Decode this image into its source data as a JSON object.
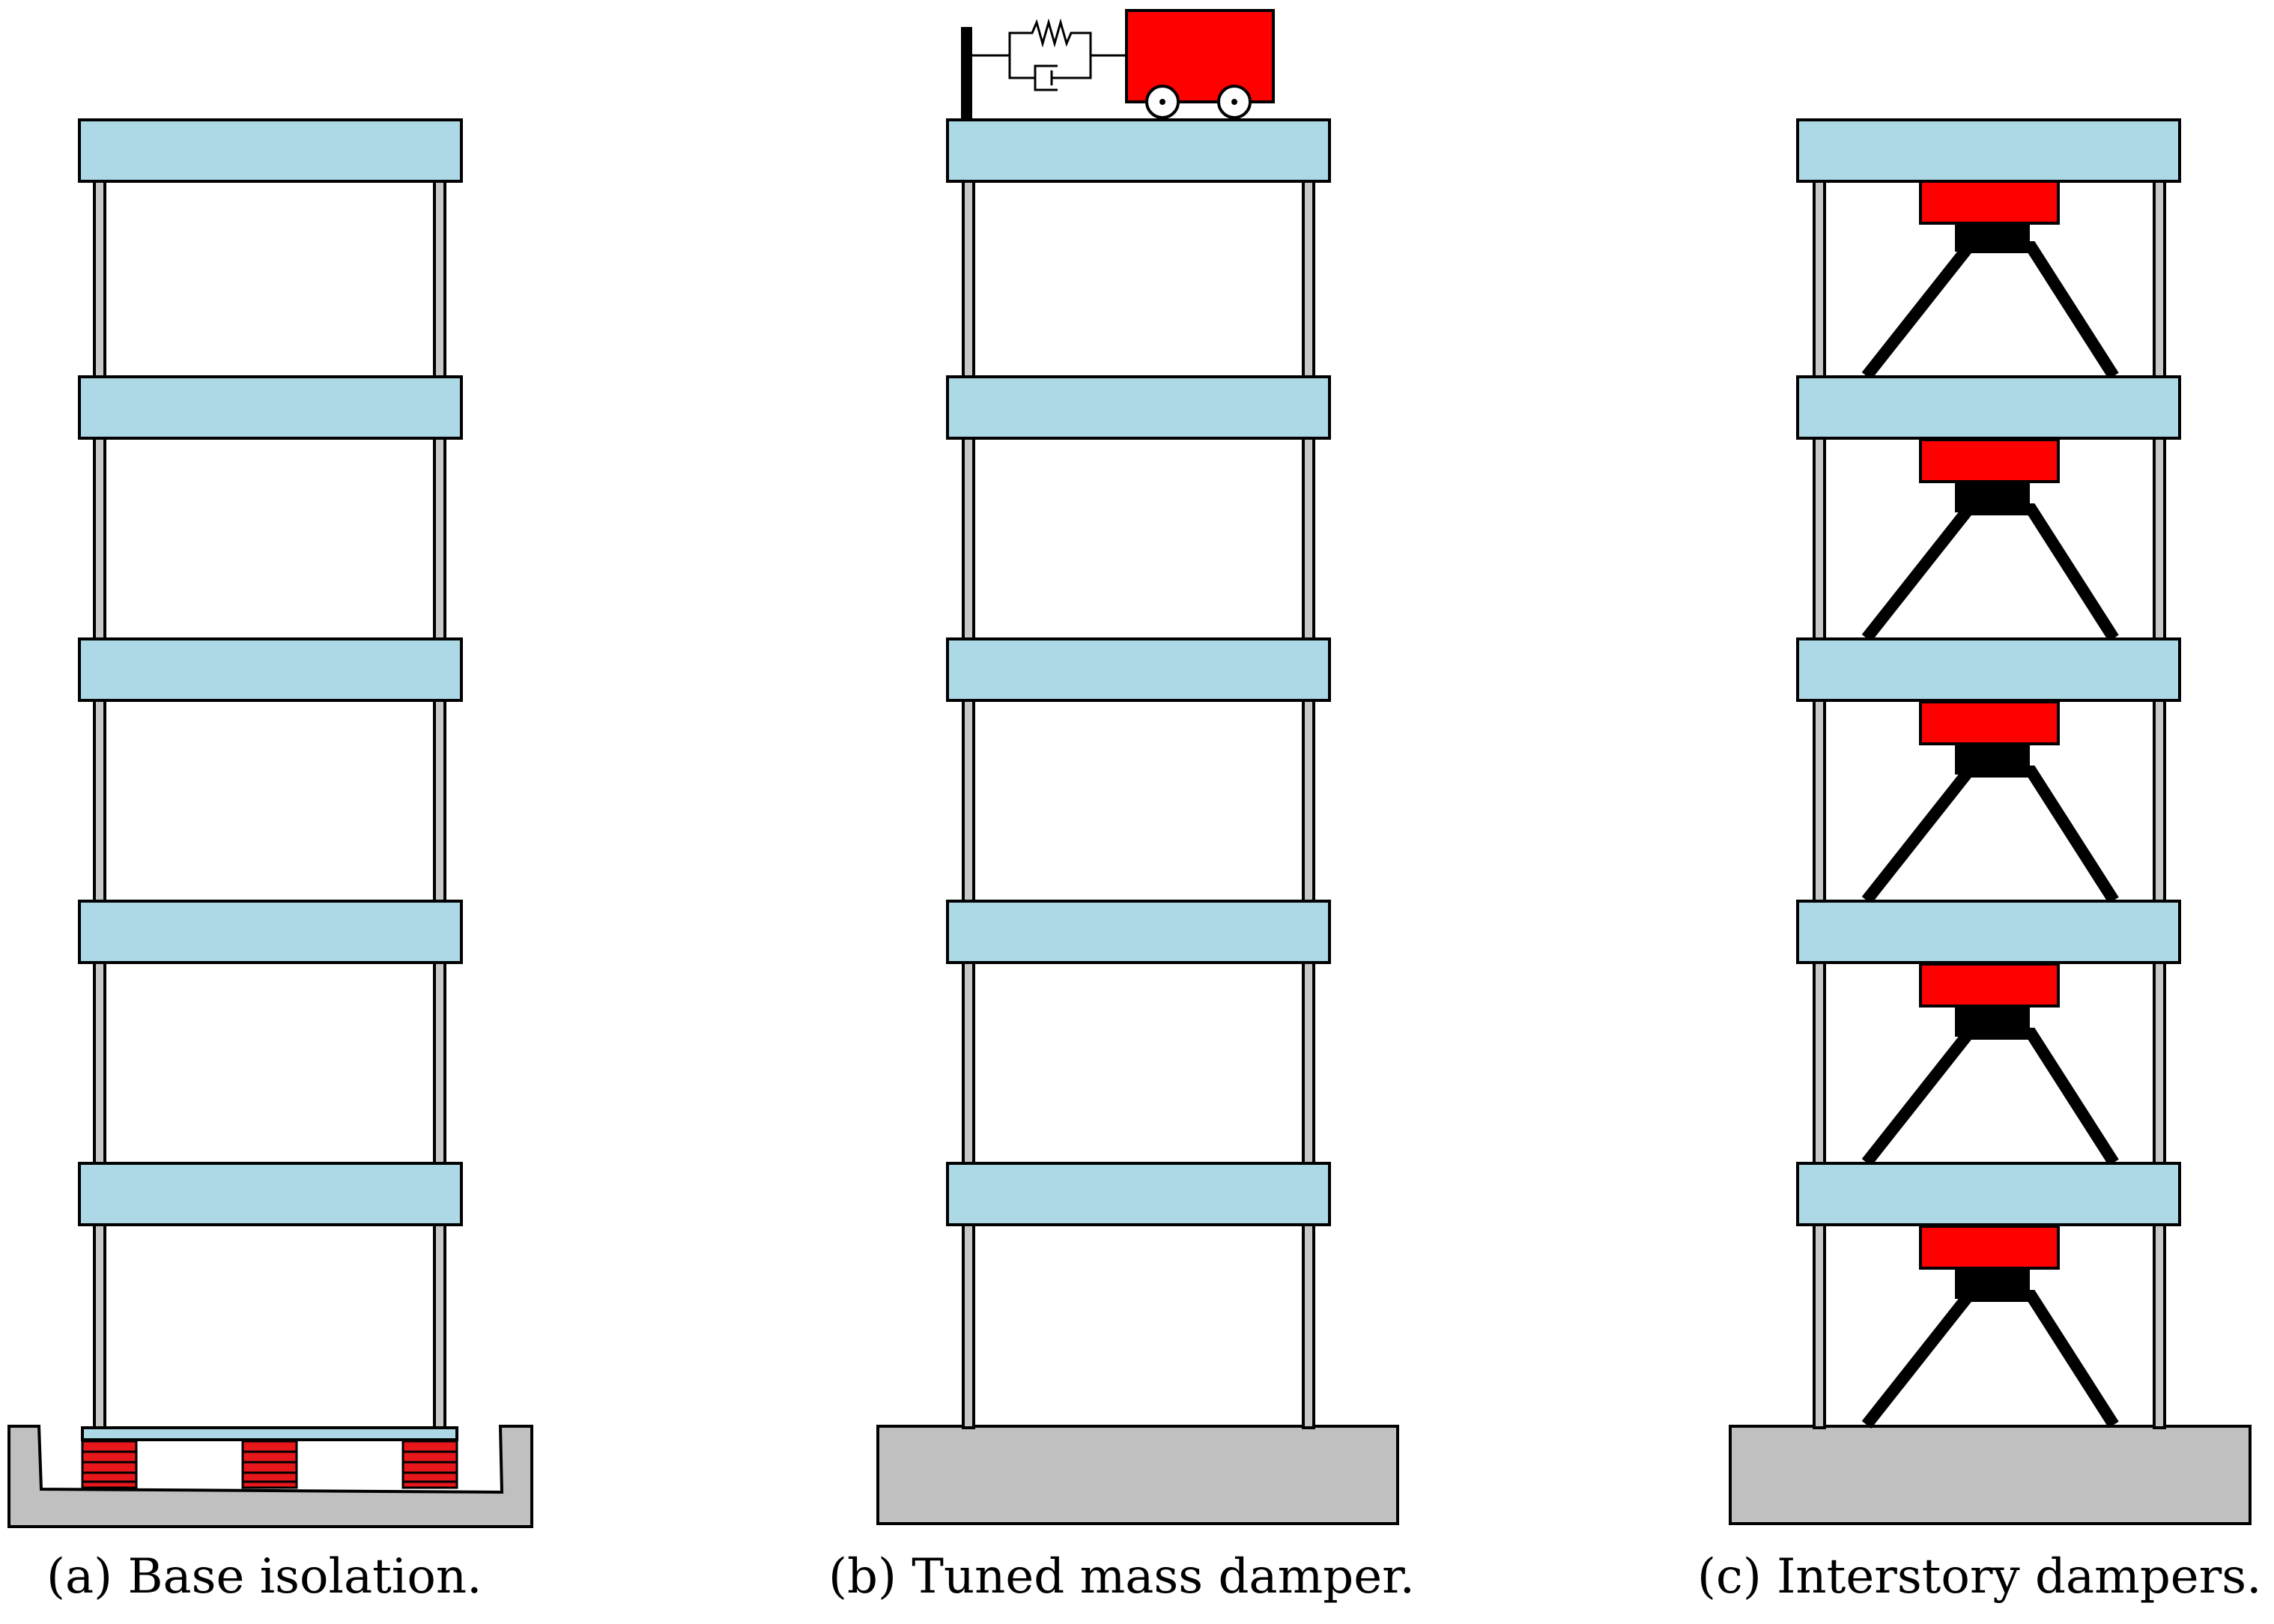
{
  "colors": {
    "floor": "#add8e6",
    "column": "#c8c8c8",
    "ground": "#c0c0c0",
    "damper": "#ff0000",
    "stroke": "#000000",
    "isolator": "#e8171b"
  },
  "captions": {
    "a": "(a) Base isolation.",
    "b": "(b) Tuned mass damper.",
    "c": "(c) Interstory dampers."
  }
}
